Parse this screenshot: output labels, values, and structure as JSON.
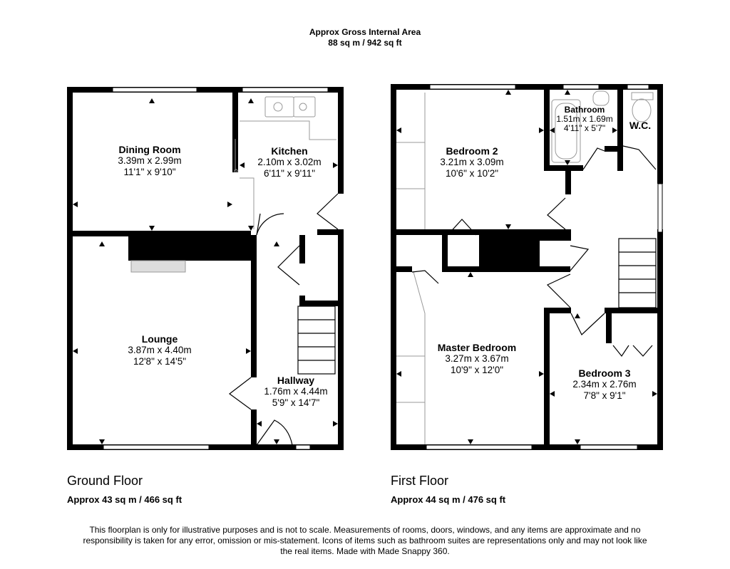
{
  "header": {
    "line1": "Approx Gross Internal Area",
    "line2": "88 sq m / 942 sq ft"
  },
  "ground_floor": {
    "name": "Ground Floor",
    "area": "Approx 43 sq m / 466 sq ft",
    "rooms": {
      "dining": {
        "name": "Dining Room",
        "metric": "3.39m x 2.99m",
        "imperial": "11'1\" x 9'10\""
      },
      "kitchen": {
        "name": "Kitchen",
        "metric": "2.10m x 3.02m",
        "imperial": "6'11\" x 9'11\""
      },
      "lounge": {
        "name": "Lounge",
        "metric": "3.87m x 4.40m",
        "imperial": "12'8\" x 14'5\""
      },
      "hallway": {
        "name": "Hallway",
        "metric": "1.76m x 4.44m",
        "imperial": "5'9\" x 14'7\""
      }
    }
  },
  "first_floor": {
    "name": "First Floor",
    "area": "Approx 44 sq m / 476 sq ft",
    "rooms": {
      "bedroom2": {
        "name": "Bedroom 2",
        "metric": "3.21m x 3.09m",
        "imperial": "10'6\" x 10'2\""
      },
      "bathroom": {
        "name": "Bathroom",
        "metric": "1.51m x 1.69m",
        "imperial": "4'11\" x 5'7\""
      },
      "wc": {
        "name": "W.C."
      },
      "master": {
        "name": "Master Bedroom",
        "metric": "3.27m x 3.67m",
        "imperial": "10'9\" x 12'0\""
      },
      "bedroom3": {
        "name": "Bedroom 3",
        "metric": "2.34m x 2.76m",
        "imperial": "7'8\" x 9'1\""
      }
    }
  },
  "disclaimer": "This floorplan is only for illustrative purposes and is not to scale. Measurements of rooms, doors, windows, and any items are approximate and no responsibility is taken for any error, omission or mis-statement. Icons of items such as bathroom suites are representations only and may not look like the real items. Made with Made Snappy 360.",
  "colors": {
    "wall": "#000000",
    "fixture": "#888888",
    "background": "#ffffff"
  }
}
